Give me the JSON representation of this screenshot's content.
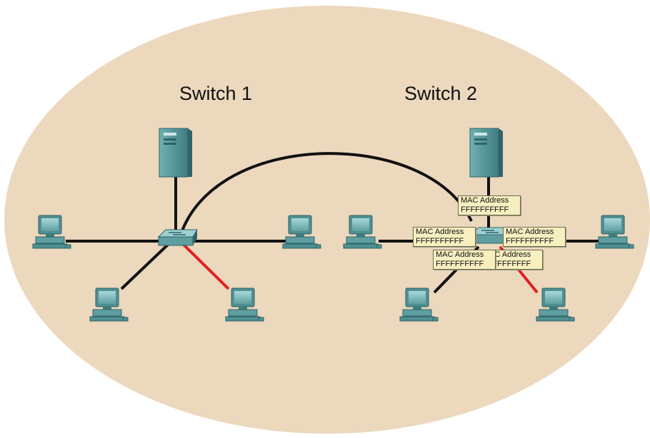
{
  "diagram": {
    "switch1_label": "Switch 1",
    "switch2_label": "Switch 2",
    "mac_tags": [
      {
        "title": "MAC Address",
        "value": "FFFFFFFFFF"
      },
      {
        "title": "MAC Address",
        "value": "FFFFFFFFFF"
      },
      {
        "title": "MAC Address",
        "value": "FFFFFFFFFF"
      },
      {
        "title": "MAC Address",
        "value": "FFFFFFFFFF"
      },
      {
        "title": "MAC Address",
        "value": "FFFFFFFFFF"
      }
    ],
    "colors": {
      "background_ellipse": "#ecd8bd",
      "device_body": "#5f9ea0",
      "device_dark": "#2f6468",
      "link": "#111111",
      "highlight_link": "#e02020",
      "tag_fill": "#f7efbf"
    }
  }
}
